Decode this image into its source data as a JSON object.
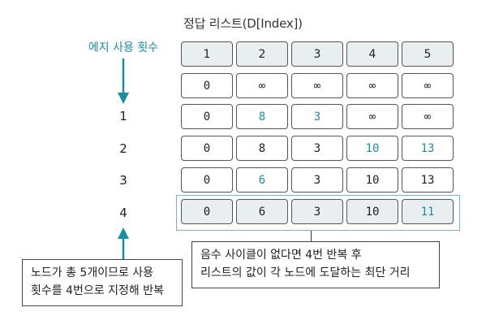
{
  "title": "정답 리스트(D[Index])",
  "edge_count_label": "에지 사용 횟수",
  "row_labels": [
    "1",
    "2",
    "3",
    "4"
  ],
  "headers": [
    "1",
    "2",
    "3",
    "4",
    "5"
  ],
  "rows": [
    [
      {
        "v": "0",
        "hl": false
      },
      {
        "v": "∞",
        "hl": false
      },
      {
        "v": "∞",
        "hl": false
      },
      {
        "v": "∞",
        "hl": false
      },
      {
        "v": "∞",
        "hl": false
      }
    ],
    [
      {
        "v": "0",
        "hl": false
      },
      {
        "v": "8",
        "hl": true
      },
      {
        "v": "3",
        "hl": true
      },
      {
        "v": "∞",
        "hl": false
      },
      {
        "v": "∞",
        "hl": false
      }
    ],
    [
      {
        "v": "0",
        "hl": false
      },
      {
        "v": "8",
        "hl": false
      },
      {
        "v": "3",
        "hl": false
      },
      {
        "v": "10",
        "hl": true
      },
      {
        "v": "13",
        "hl": true
      }
    ],
    [
      {
        "v": "0",
        "hl": false
      },
      {
        "v": "6",
        "hl": true
      },
      {
        "v": "3",
        "hl": false
      },
      {
        "v": "10",
        "hl": false
      },
      {
        "v": "13",
        "hl": false
      }
    ],
    [
      {
        "v": "0",
        "hl": false
      },
      {
        "v": "6",
        "hl": false
      },
      {
        "v": "3",
        "hl": false
      },
      {
        "v": "10",
        "hl": false
      },
      {
        "v": "11",
        "hl": true
      }
    ]
  ],
  "note_right": {
    "line1": "음수 사이클이 없다면 4번 반복 후",
    "line2": "리스트의 값이 각 노드에 도달하는 최단 거리"
  },
  "note_left": {
    "line1": "노드가 총 5개이므로 사용",
    "line2": "횟수를 4번으로 지정해 반복"
  },
  "colors": {
    "accent": "#1b8fa0",
    "header_bg": "#e9eef0",
    "highlight_border": "#6fb8c4"
  }
}
